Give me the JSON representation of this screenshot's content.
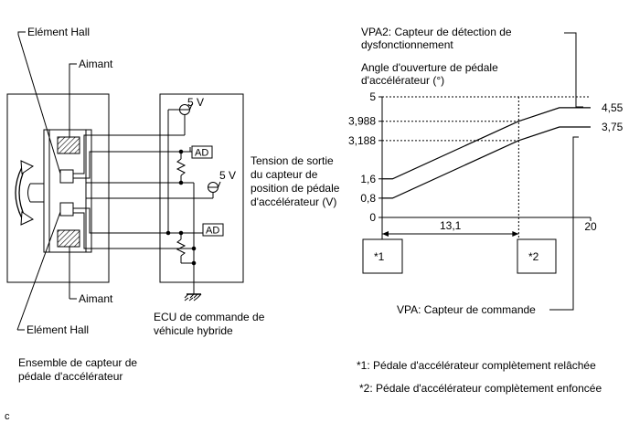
{
  "circuit": {
    "hall_element_top": "Elément Hall",
    "magnet_top": "Aimant",
    "magnet_bottom": "Aimant",
    "hall_element_bottom": "Elément Hall",
    "voltage_top": "5 V",
    "voltage_mid": "5 V",
    "ad_top": "AD",
    "ad_bottom": "AD",
    "output_label_lines": [
      "Tension de sortie",
      "du capteur de",
      "position de pédale",
      "d'accélérateur (V)"
    ],
    "ecu_label_lines": [
      "ECU de commande de",
      "véhicule hybride"
    ],
    "sensor_assembly_lines": [
      "Ensemble de capteur de",
      "pédale d'accélérateur"
    ]
  },
  "chart_data": {
    "type": "line",
    "title_lines": [
      "VPA2: Capteur de détection de",
      "dysfonctionnement"
    ],
    "ylabel_lines": [
      "Angle d'ouverture de pédale",
      "d'accélérateur (°)"
    ],
    "y_ticks": [
      "5",
      "3,988",
      "3,188",
      "1,6",
      "0,8",
      "0"
    ],
    "ylim": [
      0,
      5
    ],
    "xlim": [
      0,
      20
    ],
    "x_tick_end": "20",
    "x_dimension": "13,1",
    "series": [
      {
        "name": "VPA2: Capteur de détection de dysfonctionnement",
        "x": [
          0,
          1,
          13.1,
          17,
          20
        ],
        "y": [
          1.6,
          1.6,
          3.988,
          4.55,
          4.55
        ],
        "end_label": "4,55"
      },
      {
        "name": "VPA: Capteur de commande",
        "x": [
          0,
          1,
          13.1,
          17,
          20
        ],
        "y": [
          0.8,
          0.8,
          3.188,
          3.75,
          3.75
        ],
        "end_label": "3,75"
      }
    ],
    "marker_1": "*1",
    "marker_2": "*2",
    "vpa_label": "VPA: Capteur de commande"
  },
  "notes": {
    "note_1": "*1: Pédale d'accélérateur complètement relâchée",
    "note_2": "*2: Pédale d'accélérateur complètement enfoncée"
  },
  "corner_letter": "c"
}
